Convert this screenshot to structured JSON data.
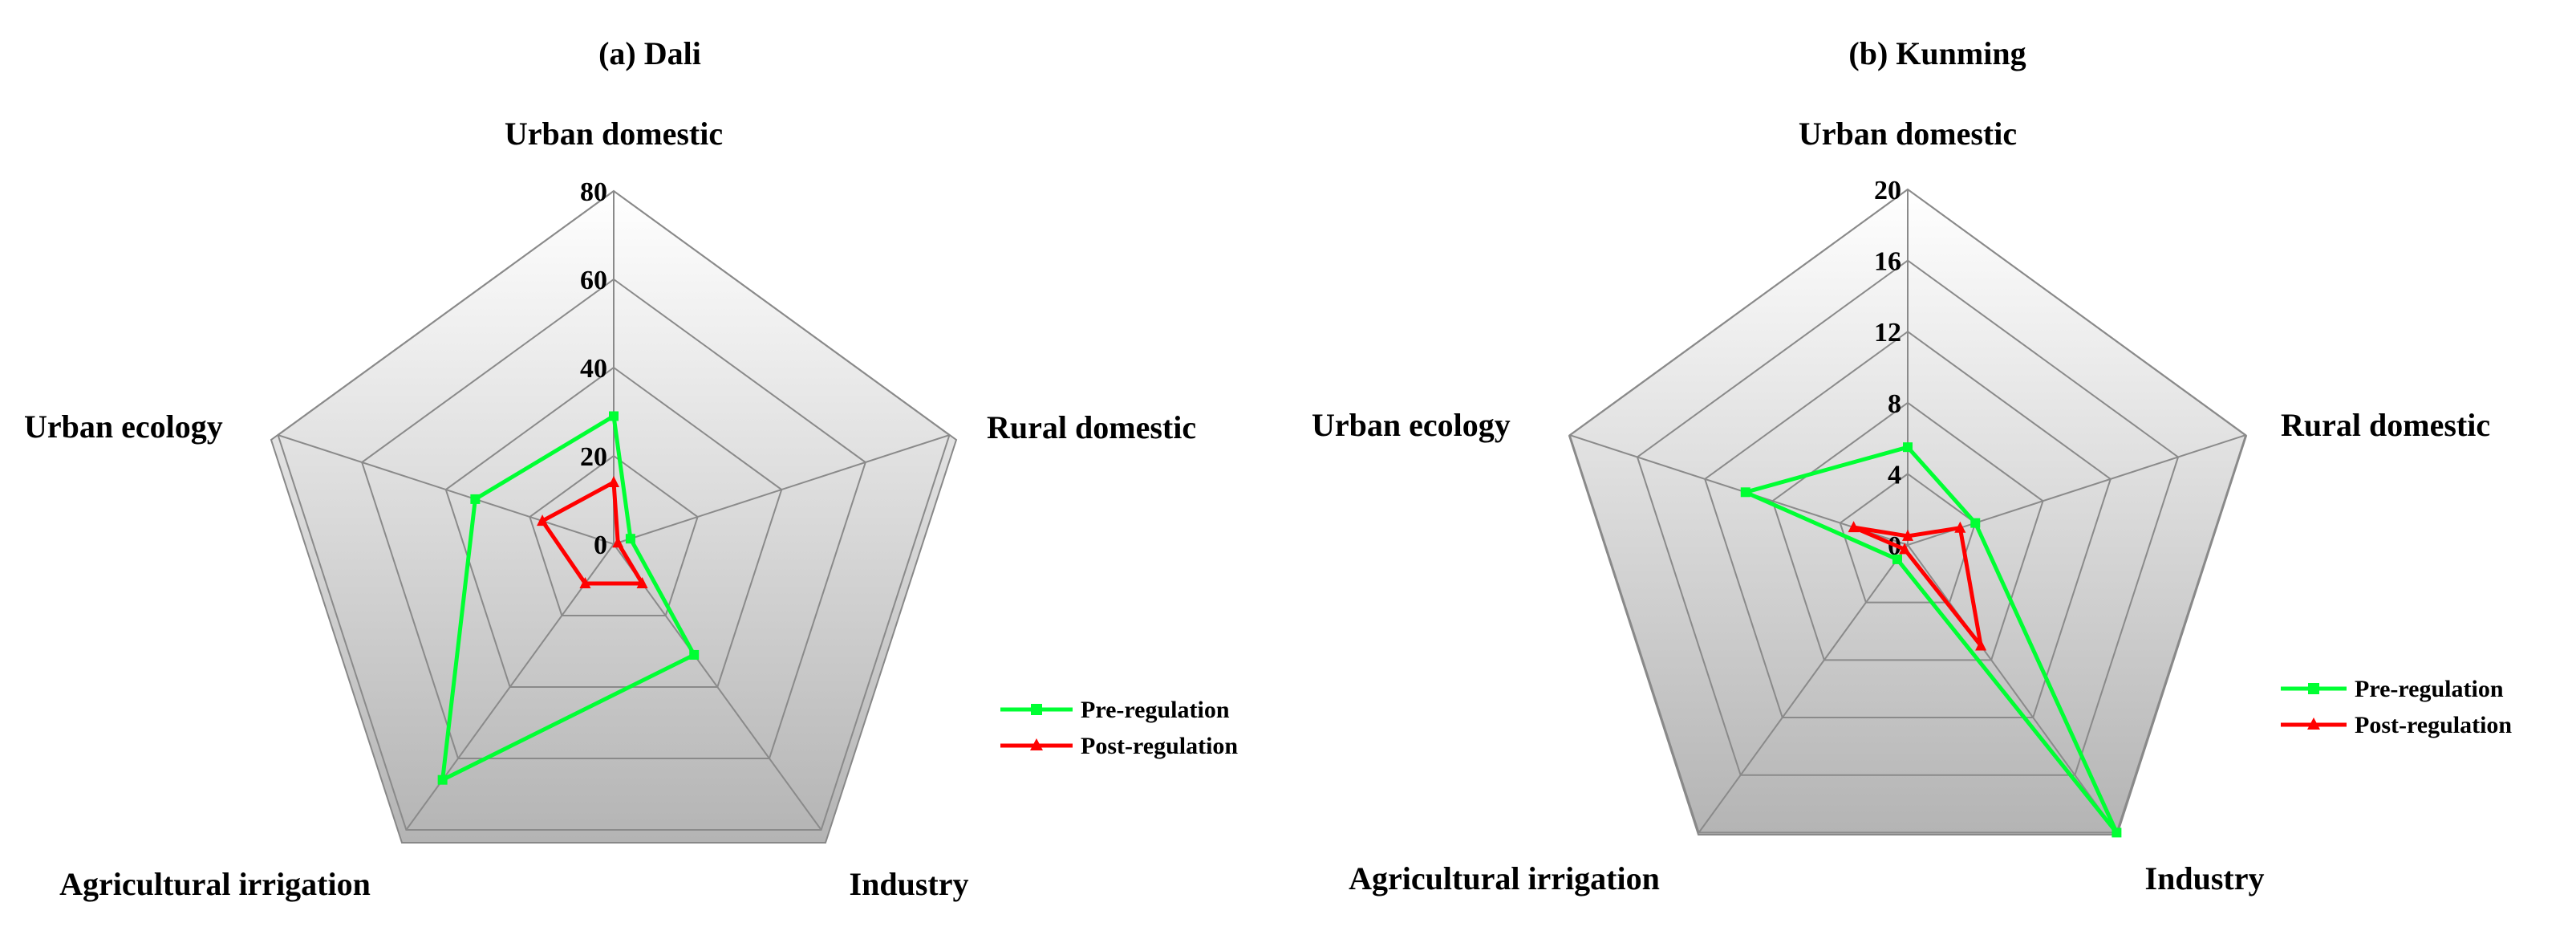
{
  "chart_data": [
    {
      "type": "radar",
      "title": "(a) Dali",
      "axes": [
        "Urban domestic",
        "Rural domestic",
        "Industry",
        "Agricultural irrigation",
        "Urban ecology"
      ],
      "ticks": [
        0,
        20,
        40,
        60,
        80
      ],
      "range": [
        0,
        80
      ],
      "legend_position": "right",
      "series": [
        {
          "name": "Pre-regulation",
          "values": [
            29,
            4,
            31,
            66,
            33
          ],
          "color": "#00ff33",
          "marker": "square"
        },
        {
          "name": "Post-regulation",
          "values": [
            14,
            1,
            11,
            11,
            17
          ],
          "color": "#ff0000",
          "marker": "triangle"
        }
      ]
    },
    {
      "type": "radar",
      "title": "(b) Kunming",
      "axes": [
        "Urban domestic",
        "Rural domestic",
        "Industry",
        "Agricultural irrigation",
        "Urban ecology"
      ],
      "ticks": [
        0,
        4,
        8,
        12,
        16,
        20
      ],
      "range": [
        0,
        20
      ],
      "legend_position": "right",
      "series": [
        {
          "name": "Pre-regulation",
          "values": [
            5.5,
            4,
            20,
            1,
            9.6
          ],
          "color": "#00ff33",
          "marker": "square"
        },
        {
          "name": "Post-regulation",
          "values": [
            0.5,
            3.1,
            7,
            0.3,
            3.2
          ],
          "color": "#ff0000",
          "marker": "triangle"
        }
      ]
    }
  ]
}
